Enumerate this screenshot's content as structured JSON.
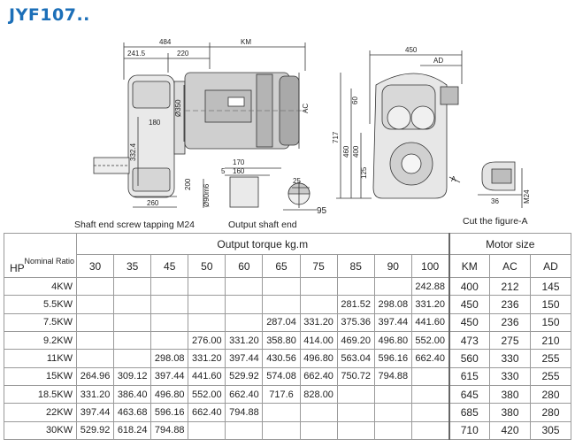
{
  "title": "JYF107..",
  "drawing": {
    "dimensions": {
      "d484": "484",
      "d2415": "241.5",
      "d220": "220",
      "km": "KM",
      "d180": "180",
      "d350": "Ø350",
      "d3324": "332.4",
      "ac": "AC",
      "d260": "260",
      "d450": "450",
      "ad": "AD",
      "d60": "60",
      "d717": "717",
      "d460": "460",
      "d400": "400",
      "d125": "125",
      "d170": "170",
      "d160": "160",
      "d5": "5",
      "d90": "Ø90m6",
      "d200": "200",
      "d25": "25",
      "d95": "95",
      "d36": "36",
      "m24": "M24",
      "a": "A"
    },
    "captions": {
      "screw": "Shaft end screw tapping M24",
      "output_shaft": "Output shaft end",
      "cut": "Cut the figure-A"
    }
  },
  "table": {
    "torque_header": "Output torque kg.m",
    "motor_header": "Motor size",
    "corner_ratio": "Nominal Ratio",
    "corner_hp": "HP",
    "ratios": [
      "30",
      "35",
      "45",
      "50",
      "60",
      "65",
      "75",
      "85",
      "90",
      "100"
    ],
    "motor_cols": [
      "KM",
      "AC",
      "AD"
    ],
    "rows": [
      {
        "hp": "4KW",
        "t": [
          "",
          "",
          "",
          "",
          "",
          "",
          "",
          "",
          "",
          "242.88"
        ],
        "m": [
          "400",
          "212",
          "145"
        ]
      },
      {
        "hp": "5.5KW",
        "t": [
          "",
          "",
          "",
          "",
          "",
          "",
          "",
          "281.52",
          "298.08",
          "331.20"
        ],
        "m": [
          "450",
          "236",
          "150"
        ]
      },
      {
        "hp": "7.5KW",
        "t": [
          "",
          "",
          "",
          "",
          "",
          "287.04",
          "331.20",
          "375.36",
          "397.44",
          "441.60"
        ],
        "m": [
          "450",
          "236",
          "150"
        ]
      },
      {
        "hp": "9.2KW",
        "t": [
          "",
          "",
          "",
          "276.00",
          "331.20",
          "358.80",
          "414.00",
          "469.20",
          "496.80",
          "552.00"
        ],
        "m": [
          "473",
          "275",
          "210"
        ]
      },
      {
        "hp": "11KW",
        "t": [
          "",
          "",
          "298.08",
          "331.20",
          "397.44",
          "430.56",
          "496.80",
          "563.04",
          "596.16",
          "662.40"
        ],
        "m": [
          "560",
          "330",
          "255"
        ]
      },
      {
        "hp": "15KW",
        "t": [
          "264.96",
          "309.12",
          "397.44",
          "441.60",
          "529.92",
          "574.08",
          "662.40",
          "750.72",
          "794.88",
          ""
        ],
        "m": [
          "615",
          "330",
          "255"
        ]
      },
      {
        "hp": "18.5KW",
        "t": [
          "331.20",
          "386.40",
          "496.80",
          "552.00",
          "662.40",
          "717.6",
          "828.00",
          "",
          "",
          ""
        ],
        "m": [
          "645",
          "380",
          "280"
        ]
      },
      {
        "hp": "22KW",
        "t": [
          "397.44",
          "463.68",
          "596.16",
          "662.40",
          "794.88",
          "",
          "",
          "",
          "",
          ""
        ],
        "m": [
          "685",
          "380",
          "280"
        ]
      },
      {
        "hp": "30KW",
        "t": [
          "529.92",
          "618.24",
          "794.88",
          "",
          "",
          "",
          "",
          "",
          "",
          ""
        ],
        "m": [
          "710",
          "420",
          "305"
        ]
      }
    ]
  }
}
